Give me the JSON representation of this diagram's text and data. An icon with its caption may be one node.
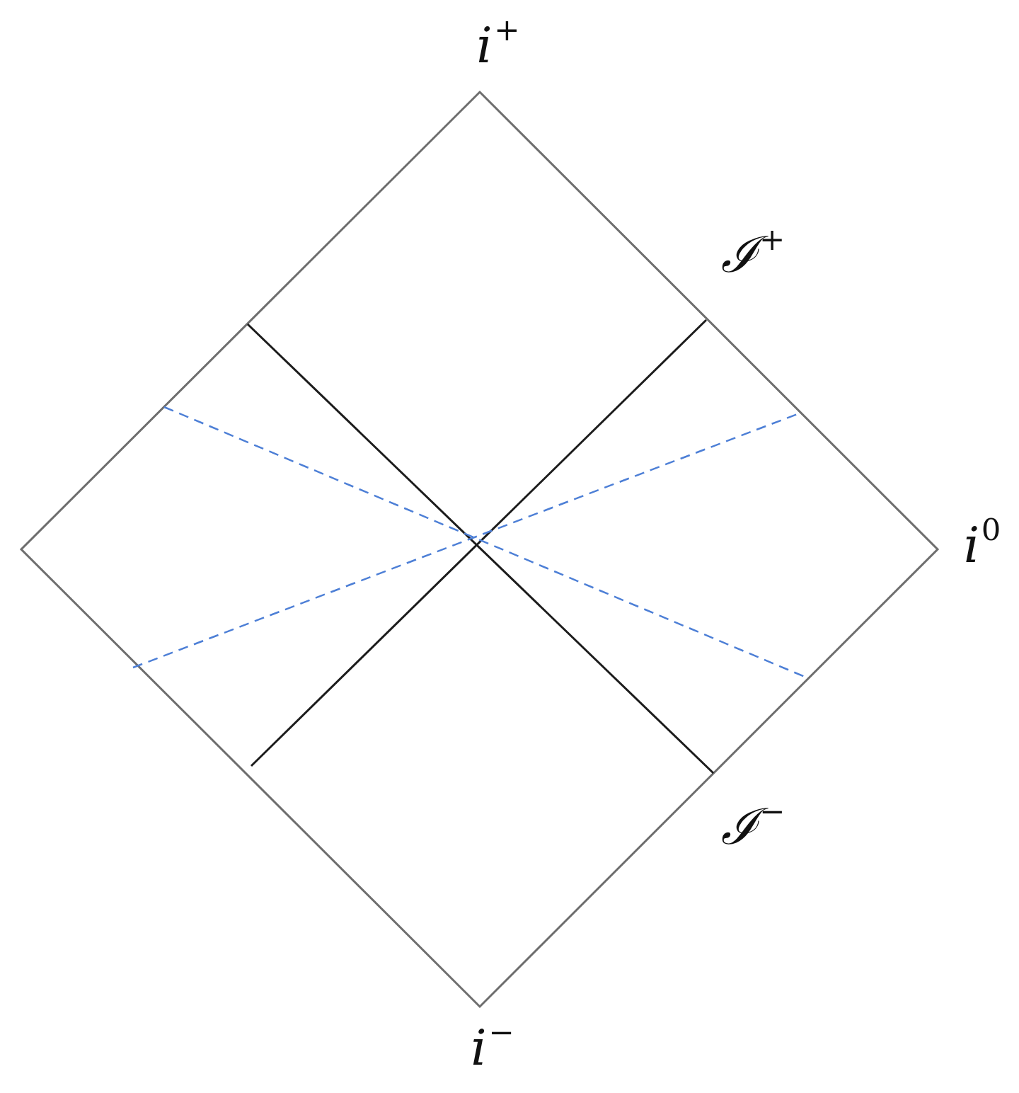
{
  "diagram": {
    "labels": [
      "i$^{+}$",
      "ℐ$^{+}$",
      "i$^{0}$",
      "ℐ$^{−}$",
      "i$^{−}$"
    ]
  }
}
